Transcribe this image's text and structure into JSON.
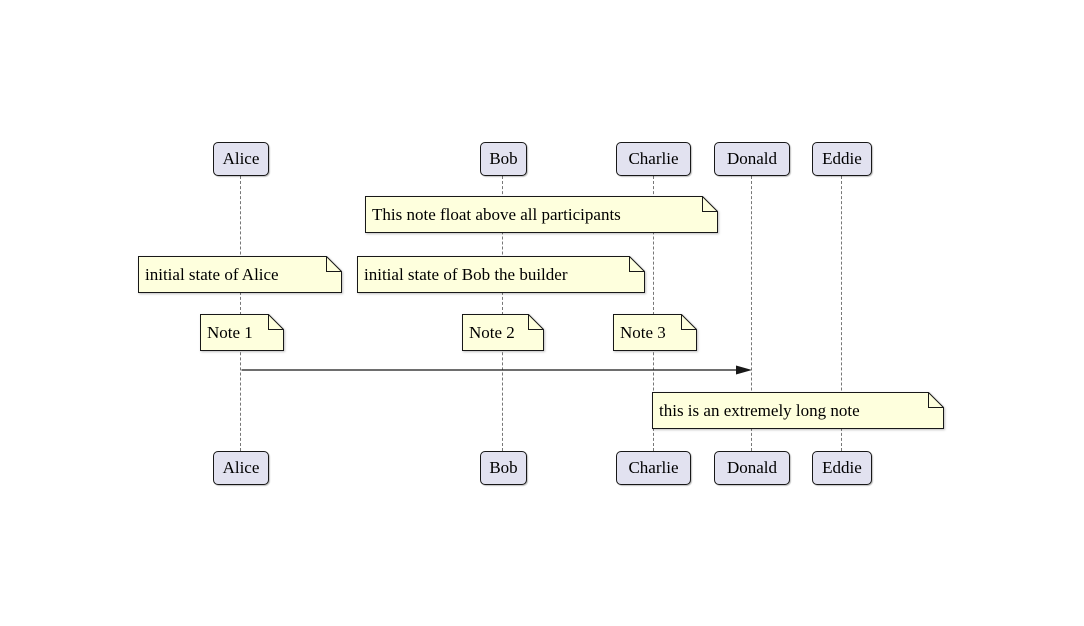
{
  "diagram_type": "sequence-diagram",
  "participants": [
    {
      "name": "Alice"
    },
    {
      "name": "Bob"
    },
    {
      "name": "Charlie"
    },
    {
      "name": "Donald"
    },
    {
      "name": "Eddie"
    }
  ],
  "notes": [
    {
      "id": "float-note",
      "text": "This note float above all participants"
    },
    {
      "id": "initial-alice",
      "text": "initial state of Alice"
    },
    {
      "id": "initial-bob",
      "text": "initial state of Bob the builder"
    },
    {
      "id": "note-1",
      "text": "Note 1"
    },
    {
      "id": "note-2",
      "text": "Note 2"
    },
    {
      "id": "note-3",
      "text": "Note 3"
    },
    {
      "id": "extremely-long",
      "text": "this is an extremely long note"
    }
  ],
  "messages": [
    {
      "from": "Alice",
      "to": "Donald",
      "label": ""
    }
  ],
  "colors": {
    "participant_fill": "#E2E2F0",
    "participant_border": "#181818",
    "note_fill": "#FEFFDD",
    "note_border": "#181818",
    "lifeline": "#777777",
    "arrow": "#181818",
    "text": "#000000",
    "background": "#FFFFFF"
  }
}
